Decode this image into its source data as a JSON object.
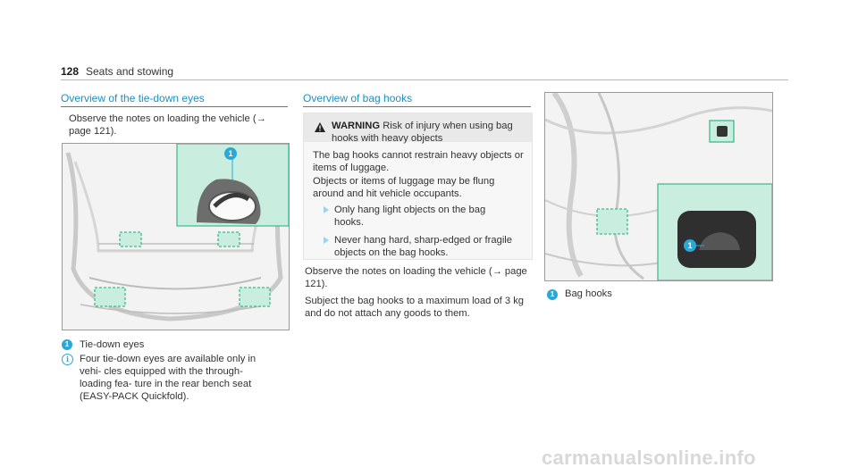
{
  "header": {
    "page_number": "128",
    "section": "Seats and stowing"
  },
  "col1": {
    "heading": "Overview of the tie-down eyes",
    "intro": "Observe the notes on loading the vehicle (→ page 121).",
    "legend_number": "1",
    "legend_label": "Tie-down eyes",
    "info_icon": "i",
    "info_text": "Four tie-down eyes are available only in vehi- cles equipped with the through-loading fea- ture in the rear bench seat (EASY-PACK Quickfold)."
  },
  "col2": {
    "heading": "Overview of bag hooks",
    "warning_label": "WARNING",
    "warning_title": "Risk of injury when using bag hooks with heavy objects",
    "warning_p1": "The bag hooks cannot restrain heavy objects or items of luggage.",
    "warning_p2": "Objects or items of luggage may be flung around and hit vehicle occupants.",
    "bullet1": "Only hang light objects on the bag hooks.",
    "bullet2": "Never hang hard, sharp-edged or fragile objects on the bag hooks.",
    "p1": "Observe the notes on loading the vehicle (→ page 121).",
    "p2": "Subject the bag hooks to a maximum load of 3 kg and do not attach any goods to them."
  },
  "col3": {
    "legend_number": "1",
    "legend_label": "Bag hooks"
  },
  "figures": {
    "tie_down_callout": "1",
    "bag_hook_callout": "1"
  },
  "icons": {
    "warning": "warning-triangle-icon",
    "info": "info-icon",
    "bullet": "arrow-right-icon"
  },
  "colors": {
    "accent": "#1f8fbf",
    "highlight_green": "#3dba8a",
    "warning_panel": "#e9e9e9"
  },
  "watermark": "carmanualsonline.info"
}
